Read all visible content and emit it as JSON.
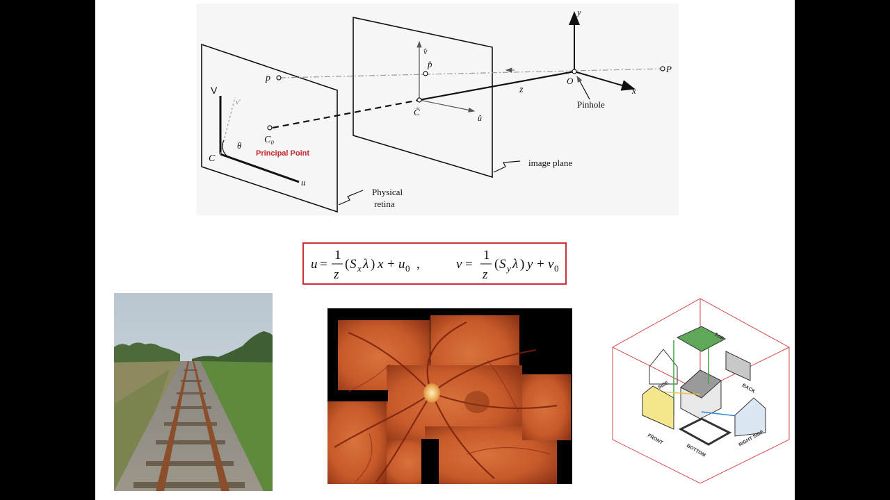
{
  "diagram": {
    "labels": {
      "v_axis": "V",
      "u_axis": "u",
      "v_prime": "v'",
      "theta": "θ",
      "c_corner": "C",
      "p_point": "p",
      "c0": "C₀",
      "principal_point": "Principal Point",
      "physical_retina_1": "Physical",
      "physical_retina_2": "retina",
      "v_hat": "v̂",
      "p_hat": "p̂",
      "c_hat": "Ĉ",
      "u_hat": "û",
      "image_plane": "image plane",
      "z_axis": "z",
      "o_point": "O",
      "y_axis": "y",
      "x_axis": "x",
      "P_point": "P",
      "pinhole": "Pinhole"
    },
    "colors": {
      "principal_point": "#c0282d"
    }
  },
  "formula": {
    "eq1": {
      "lhs": "u",
      "num": "1",
      "den": "z",
      "s": "S",
      "sub_s": "x",
      "lam": "λ",
      "var": "x",
      "off": "u",
      "sub_off": "0",
      "comma": ","
    },
    "eq2": {
      "lhs": "v",
      "num": "1",
      "den": "z",
      "s": "S",
      "sub_s": "y",
      "lam": "λ",
      "var": "y",
      "off": "v",
      "sub_off": "0"
    },
    "border_color": "#d22f3a"
  },
  "house_labels": {
    "top": "TOP",
    "back": "BACK",
    "left_side": "LEFT SIDE",
    "front": "FRONT",
    "bottom": "BOTTOM",
    "right_side": "RIGHT SIDE"
  }
}
